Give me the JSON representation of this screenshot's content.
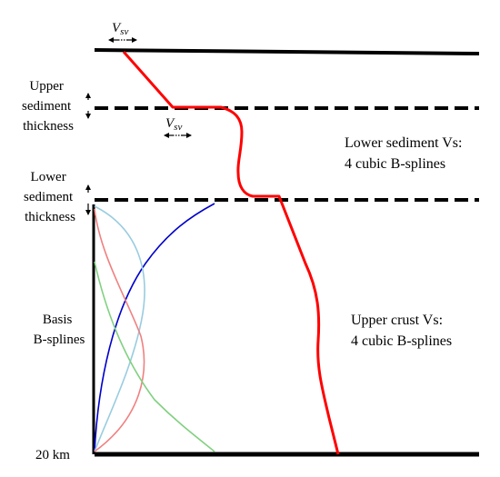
{
  "labels": {
    "upper_sediment_thickness": [
      "Upper",
      "sediment",
      "thickness"
    ],
    "lower_sediment_thickness": [
      "Lower",
      "sediment",
      "thickness"
    ],
    "basis_bsplines": [
      "Basis",
      "B-splines"
    ],
    "depth_bottom": "20 km",
    "vsv_symbol": "V",
    "vsv_subscript": "sv",
    "lower_sediment_vs": [
      "Lower sediment Vs:",
      "4 cubic B-splines"
    ],
    "upper_crust_vs": [
      "Upper crust Vs:",
      "4 cubic B-splines"
    ]
  },
  "colors": {
    "profile": "#ff0000",
    "boundary": "#000000",
    "basis_1": "#0000cc",
    "basis_2": "#99cce0",
    "basis_3": "#f08080",
    "basis_4": "#80d080"
  }
}
